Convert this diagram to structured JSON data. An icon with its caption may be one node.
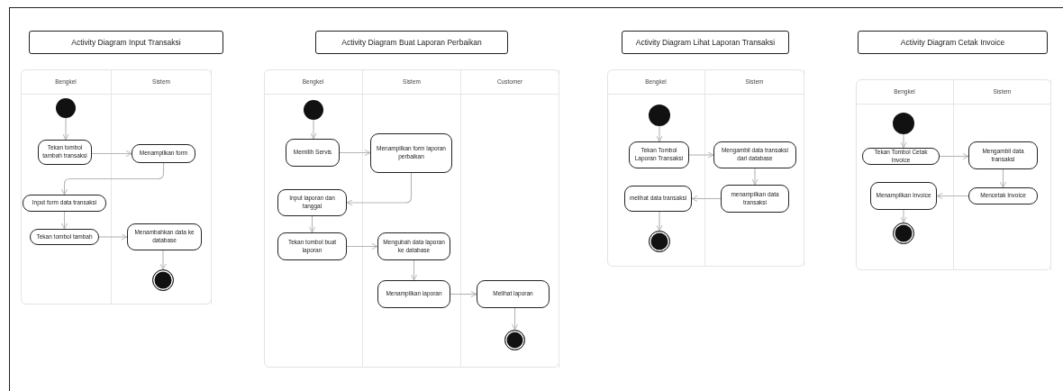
{
  "diagram": {
    "nodes": [
      {
        "text": [
          "Activity Diagram Input Transaksi"
        ]
      },
      {
        "text": [
          "Bengkel"
        ]
      },
      {
        "text": [
          "Sistem"
        ]
      },
      {
        "text": [],
        "shape": "circle",
        "in": 1
      },
      {
        "text": [
          "Tekan tombol tambah transaksi"
        ],
        "in": 1
      },
      {
        "text": [
          "Menampilkan form"
        ],
        "in": 2
      },
      {
        "text": [
          "Input form data transaksi"
        ],
        "in": 1
      },
      {
        "text": [
          "Tekan tombol tambah"
        ],
        "in": 1
      },
      {
        "text": [
          "Menambahkan data ke database"
        ],
        "in": 2
      },
      {
        "text": [],
        "shape": "bullseye",
        "in": 2
      },
      {
        "text": [
          "Activity Diagram Buat Laporan Perbaikan"
        ]
      },
      {
        "text": [
          "Bengkel"
        ]
      },
      {
        "text": [
          "Sistem"
        ]
      },
      {
        "text": [
          "Customer"
        ]
      },
      {
        "text": [],
        "shape": "circle",
        "in": 11
      },
      {
        "text": [
          "Memilih Servis"
        ],
        "in": 11
      },
      {
        "text": [
          "Menampilkan form laporan perbaikan"
        ],
        "in": 12
      },
      {
        "text": [
          "Input laporan dan tanggal"
        ],
        "in": 11
      },
      {
        "text": [
          "Tekan tombol buat laporan"
        ],
        "in": 11
      },
      {
        "text": [
          "Mengubah data laporan ke database"
        ],
        "in": 12
      },
      {
        "text": [
          "Menampilkan laporan"
        ],
        "in": 12
      },
      {
        "text": [
          "Melihat laporan"
        ],
        "in": 13
      },
      {
        "text": [],
        "shape": "bullseye",
        "in": 13
      },
      {
        "text": [
          "Activity Diagram Lihat Laporan Transaksi"
        ]
      },
      {
        "text": [
          "Bengkel"
        ]
      },
      {
        "text": [
          "Sistem"
        ]
      },
      {
        "text": [],
        "shape": "circle",
        "in": 24
      },
      {
        "text": [
          "Tekan Tombol Laporan Transaksi"
        ],
        "in": 24
      },
      {
        "text": [
          "Mengambil data transaksi dari database"
        ],
        "in": 25
      },
      {
        "text": [
          "menampilkan data transaksi"
        ],
        "in": 25
      },
      {
        "text": [
          "melihat data transaksi"
        ],
        "in": 24
      },
      {
        "text": [],
        "shape": "bullseye",
        "in": 24
      },
      {
        "text": [
          "Activity Diagram Cetak Invoice"
        ]
      },
      {
        "text": [
          "Bengkel"
        ]
      },
      {
        "text": [
          "Sistem"
        ]
      },
      {
        "text": [],
        "shape": "circle",
        "in": 33
      },
      {
        "text": [
          "Tekan Tombol Cetak Invoice"
        ],
        "in": 33
      },
      {
        "text": [
          "Mengambil data transaksi"
        ],
        "in": 34
      },
      {
        "text": [
          "Mencetak Invoice"
        ],
        "in": 34
      },
      {
        "text": [
          "Menampilkan Invoice"
        ],
        "in": 33
      },
      {
        "text": [],
        "shape": "bullseye",
        "in": 33
      }
    ],
    "edges": [
      {
        "from": 3,
        "to": 4,
        "arrow": "to"
      },
      {
        "from": 4,
        "to": 5,
        "arrow": "to"
      },
      {
        "from": 5,
        "to": 6,
        "arrow": "to"
      },
      {
        "from": 6,
        "to": 7,
        "arrow": "to"
      },
      {
        "from": 7,
        "to": 8,
        "arrow": "to"
      },
      {
        "from": 8,
        "to": 9,
        "arrow": "to"
      },
      {
        "from": 14,
        "to": 15,
        "arrow": "to"
      },
      {
        "from": 15,
        "to": 16,
        "arrow": "to"
      },
      {
        "from": 16,
        "to": 17,
        "arrow": "to"
      },
      {
        "from": 17,
        "to": 18,
        "arrow": "to"
      },
      {
        "from": 18,
        "to": 19,
        "arrow": "to"
      },
      {
        "from": 19,
        "to": 20,
        "arrow": "to"
      },
      {
        "from": 20,
        "to": 21,
        "arrow": "to"
      },
      {
        "from": 21,
        "to": 22,
        "arrow": "to"
      },
      {
        "from": 26,
        "to": 27,
        "arrow": "to"
      },
      {
        "from": 27,
        "to": 28,
        "arrow": "to"
      },
      {
        "from": 28,
        "to": 29,
        "arrow": "to"
      },
      {
        "from": 29,
        "to": 30,
        "arrow": "to"
      },
      {
        "from": 30,
        "to": 31,
        "arrow": "to"
      },
      {
        "from": 35,
        "to": 36,
        "arrow": "to"
      },
      {
        "from": 36,
        "to": 37,
        "arrow": "to"
      },
      {
        "from": 37,
        "to": 38,
        "arrow": "to"
      },
      {
        "from": 38,
        "to": 39,
        "arrow": "to"
      },
      {
        "from": 39,
        "to": 40,
        "arrow": "to"
      }
    ]
  }
}
